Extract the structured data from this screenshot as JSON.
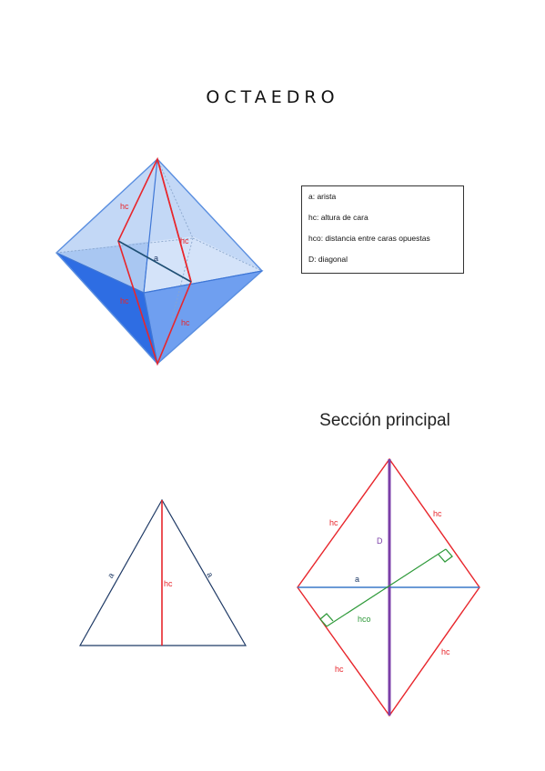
{
  "title": "OCTAEDRO",
  "legend": [
    "a: arista",
    "hc: altura de cara",
    "hco: distancia entre caras opuestas",
    "D: diagonal"
  ],
  "section_title": "Sección principal",
  "labels": {
    "a": "a",
    "hc": "hc",
    "hco": "hco",
    "D": "D"
  },
  "colors": {
    "red": "#e8262c",
    "navy": "#1f3a66",
    "green": "#2f9a3a",
    "purple": "#7b3fa8",
    "blue_line": "#3a78c9",
    "face_light": "#c9dcf7",
    "face_mid": "#9ec0f0",
    "face_dark": "#2f6fe0"
  }
}
